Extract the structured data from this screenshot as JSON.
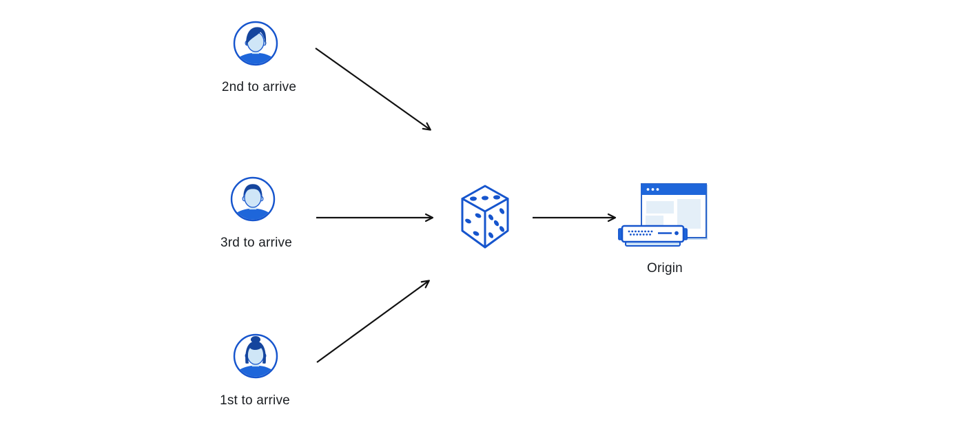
{
  "diagram": {
    "nodes": {
      "user_second": {
        "label": "2nd to arrive",
        "icon": "avatar-man-swept-hair-icon"
      },
      "user_third": {
        "label": "3rd to arrive",
        "icon": "avatar-man-short-hair-icon"
      },
      "user_first": {
        "label": "1st to arrive",
        "icon": "avatar-woman-bun-icon"
      },
      "dice": {
        "label": "",
        "icon": "dice-icon"
      },
      "origin": {
        "label": "Origin",
        "icon": "origin-browser-server-icon"
      }
    },
    "edges": [
      {
        "from": "user_second",
        "to": "dice"
      },
      {
        "from": "user_third",
        "to": "dice"
      },
      {
        "from": "user_first",
        "to": "dice"
      },
      {
        "from": "dice",
        "to": "origin"
      }
    ],
    "dice_pips": {
      "top_face": 3,
      "left_face": 3,
      "right_face": 5
    }
  },
  "colors": {
    "accent_blue": "#1655cd",
    "header_shirt_blue": "#1e66da",
    "hair_navy": "#15459d",
    "face_light_blue": "#cfe6f7",
    "panel_light_blue": "#e4eff8",
    "server_base_blue": "#cfe4f6",
    "arrow_black": "#111111",
    "label_text": "#1a1d21",
    "background": "#ffffff"
  }
}
